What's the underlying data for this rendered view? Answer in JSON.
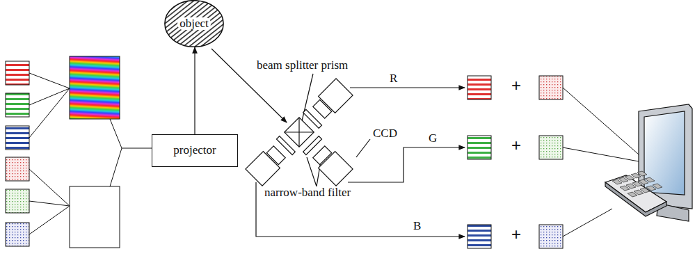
{
  "diagram": {
    "nodes": [
      {
        "text": [
          "object"
        ]
      },
      {
        "text": [
          "projector"
        ]
      }
    ],
    "edges": [
      {
        "from": 1,
        "to": 0,
        "arrow": "to"
      }
    ],
    "labels": [
      "beam splitter prism",
      "narrow-band filter",
      "CCD",
      "R",
      "G",
      "B",
      "+",
      "+",
      "+"
    ]
  }
}
